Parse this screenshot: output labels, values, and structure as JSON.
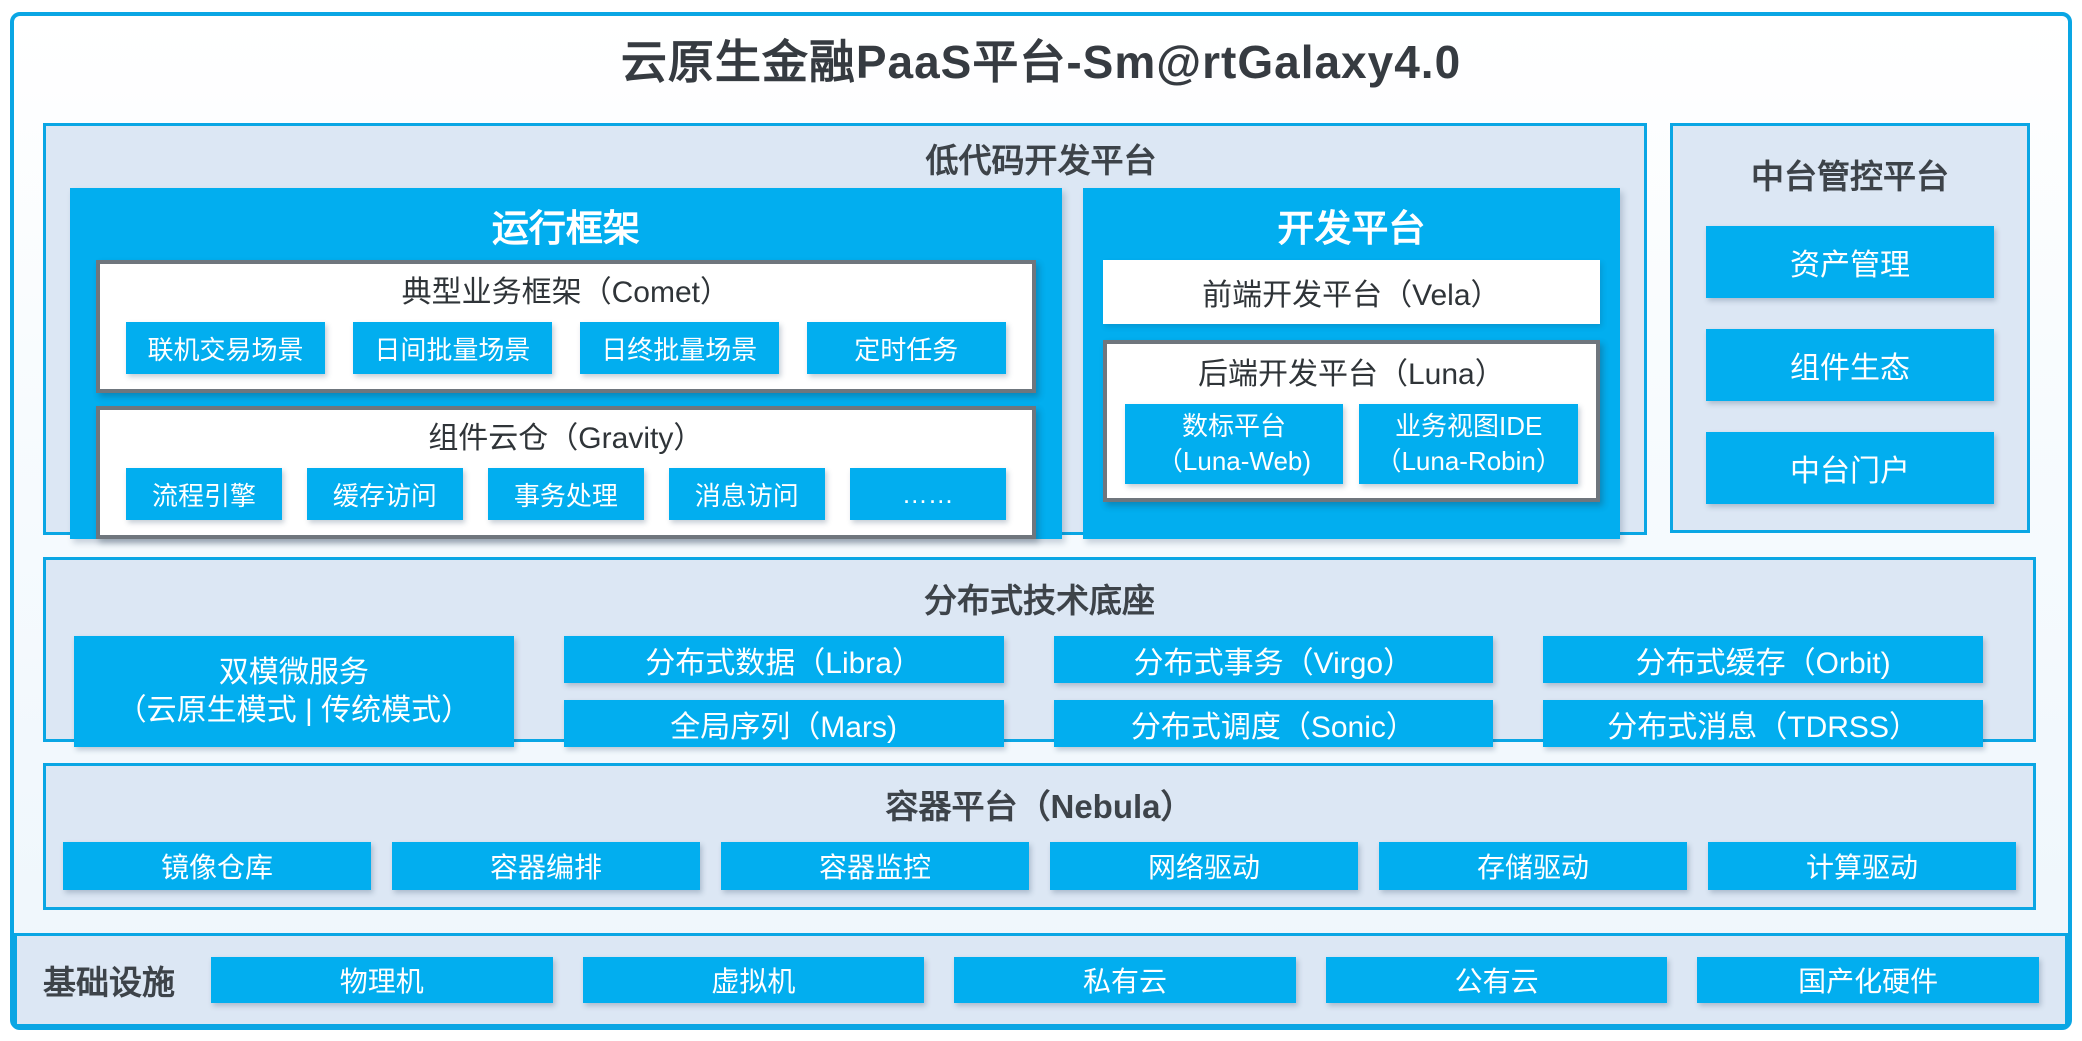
{
  "colors": {
    "accent_blue": "#02AEEF",
    "border_blue": "#0AA6E4",
    "panel_fill": "#DCE7F4",
    "gray_border": "#6F767D",
    "dark_text": "#363B41"
  },
  "title": "云原生金融PaaS平台-Sm@rtGalaxy4.0",
  "low_code": {
    "title": "低代码开发平台",
    "runtime": {
      "title": "运行框架",
      "comet": {
        "title": "典型业务框架（Comet）",
        "items": [
          "联机交易场景",
          "日间批量场景",
          "日终批量场景",
          "定时任务"
        ]
      },
      "gravity": {
        "title": "组件云仓（Gravity）",
        "items": [
          "流程引擎",
          "缓存访问",
          "事务处理",
          "消息访问",
          "……"
        ]
      }
    },
    "dev": {
      "title": "开发平台",
      "vela": "前端开发平台（Vela）",
      "luna": {
        "title": "后端开发平台（Luna）",
        "items": [
          {
            "line1": "数标平台",
            "line2": "（Luna-Web)"
          },
          {
            "line1": "业务视图IDE",
            "line2": "（Luna-Robin）"
          }
        ]
      }
    }
  },
  "mid_platform": {
    "title": "中台管控平台",
    "items": [
      "资产管理",
      "组件生态",
      "中台门户"
    ]
  },
  "distributed": {
    "title": "分布式技术底座",
    "dual_mode": {
      "line1": "双模微服务",
      "line2": "（云原生模式 | 传统模式）"
    },
    "row1": [
      "分布式数据（Libra）",
      "分布式事务（Virgo）",
      "分布式缓存（Orbit)"
    ],
    "row2": [
      "全局序列（Mars)",
      "分布式调度（Sonic）",
      "分布式消息（TDRSS）"
    ]
  },
  "container_platform": {
    "title": "容器平台（Nebula）",
    "items": [
      "镜像仓库",
      "容器编排",
      "容器监控",
      "网络驱动",
      "存储驱动",
      "计算驱动"
    ]
  },
  "infrastructure": {
    "title": "基础设施",
    "items": [
      "物理机",
      "虚拟机",
      "私有云",
      "公有云",
      "国产化硬件"
    ]
  }
}
